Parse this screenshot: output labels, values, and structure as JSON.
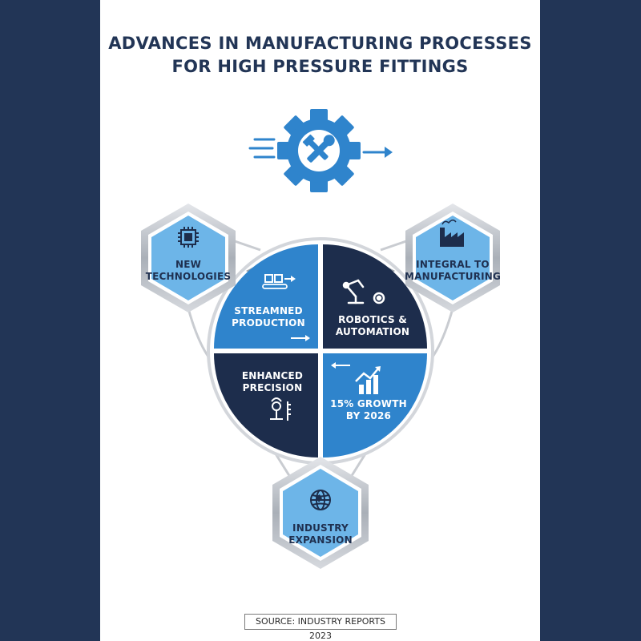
{
  "title": {
    "line1": "ADVANCES IN MANUFACTURING PROCESSES",
    "line2": "FOR HIGH PRESSURE FITTINGS"
  },
  "quadrants": [
    {
      "id": "streamlined-production",
      "line1": "STREAMNED",
      "line2": "PRODUCTION",
      "icon": "conveyor-icon"
    },
    {
      "id": "robotics-automation",
      "line1": "ROBOTICS &",
      "line2": "AUTOMATION",
      "icon": "robot-arm-icon"
    },
    {
      "id": "enhanced-precision",
      "line1": "ENHANCED",
      "line2": "PRECISION",
      "icon": "measurement-icon"
    },
    {
      "id": "growth",
      "line1": "15% GROWTH",
      "line2": "BY 2026",
      "icon": "growth-chart-icon"
    }
  ],
  "hexagons": [
    {
      "id": "new-technologies",
      "line1": "NEW",
      "line2": "TECHNOLOGIES",
      "icon": "chip-icon"
    },
    {
      "id": "integral-manufacturing",
      "line1": "INTEGRAL TO",
      "line2": "MANUFACTURING",
      "icon": "factory-icon"
    },
    {
      "id": "industry-expansion",
      "line1": "INDUSTRY",
      "line2": "EXPANSION",
      "icon": "globe-icon"
    }
  ],
  "top_icon": "gear-wrench-icon",
  "source": "SOURCE: INDUSTRY REPORTS 2023",
  "colors": {
    "navy": "#223556",
    "blue": "#2f84cc",
    "light_blue": "#6db5e8",
    "dark_quadrant": "#1d2d4c"
  }
}
